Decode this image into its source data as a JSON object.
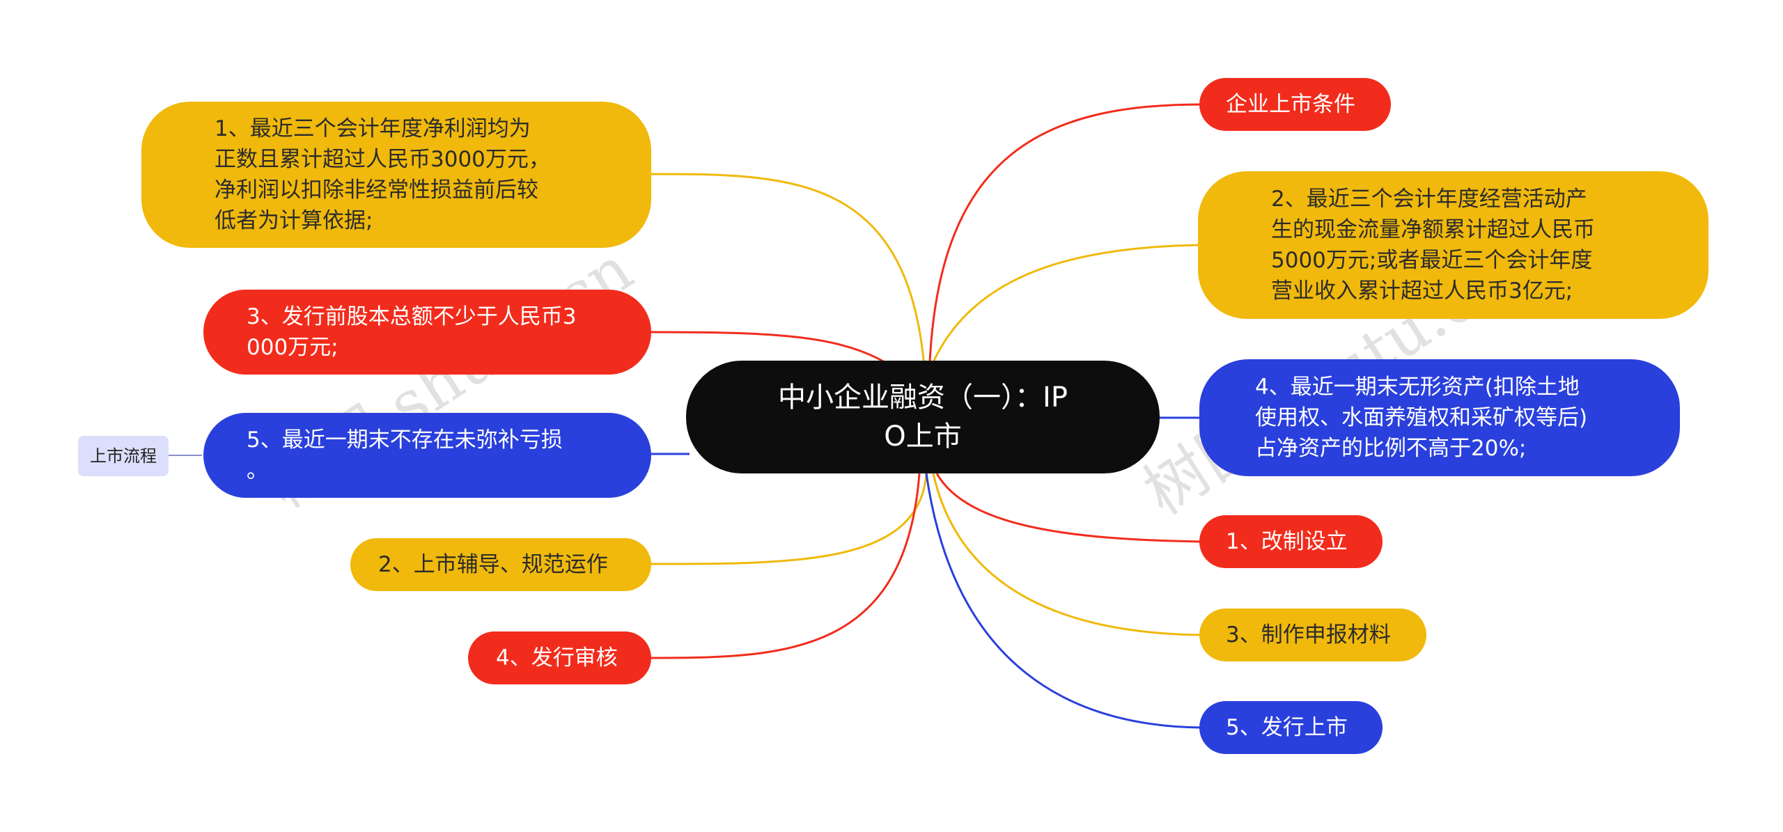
{
  "root": {
    "label": "中小企业融资（一）：IP\nO上市"
  },
  "left_nodes": [
    {
      "label": "1、最近三个会计年度净利润均为\n正数且累计超过人民币3000万元，\n净利润以扣除非经常性损益前后较\n低者为计算依据;",
      "color": "yellow"
    },
    {
      "label": "3、发行前股本总额不少于人民币3\n000万元;",
      "color": "red"
    },
    {
      "label": "5、最近一期末不存在未弥补亏损\n。",
      "color": "blue"
    },
    {
      "label": "2、上市辅导、规范运作",
      "color": "yellow"
    },
    {
      "label": "4、发行审核",
      "color": "red"
    }
  ],
  "right_nodes": [
    {
      "label": "企业上市条件",
      "color": "red"
    },
    {
      "label": "2、最近三个会计年度经营活动产\n生的现金流量净额累计超过人民币\n5000万元;或者最近三个会计年度\n营业收入累计超过人民币3亿元;",
      "color": "yellow"
    },
    {
      "label": "4、最近一期末无形资产(扣除土地\n使用权、水面养殖权和采矿权等后)\n占净资产的比例不高于20%;",
      "color": "blue"
    },
    {
      "label": "1、改制设立",
      "color": "red"
    },
    {
      "label": "3、制作申报材料",
      "color": "yellow"
    },
    {
      "label": "5、发行上市",
      "color": "blue"
    }
  ],
  "tag": {
    "label": "上市流程"
  },
  "watermarks": [
    "树图 shutu.cn",
    "树图 shutu.cn"
  ],
  "colors": {
    "yellow": "#f0b90b",
    "red": "#f22c1c",
    "blue": "#2a40dc",
    "root": "#0d0d0d",
    "tag": "#dcdffb"
  }
}
